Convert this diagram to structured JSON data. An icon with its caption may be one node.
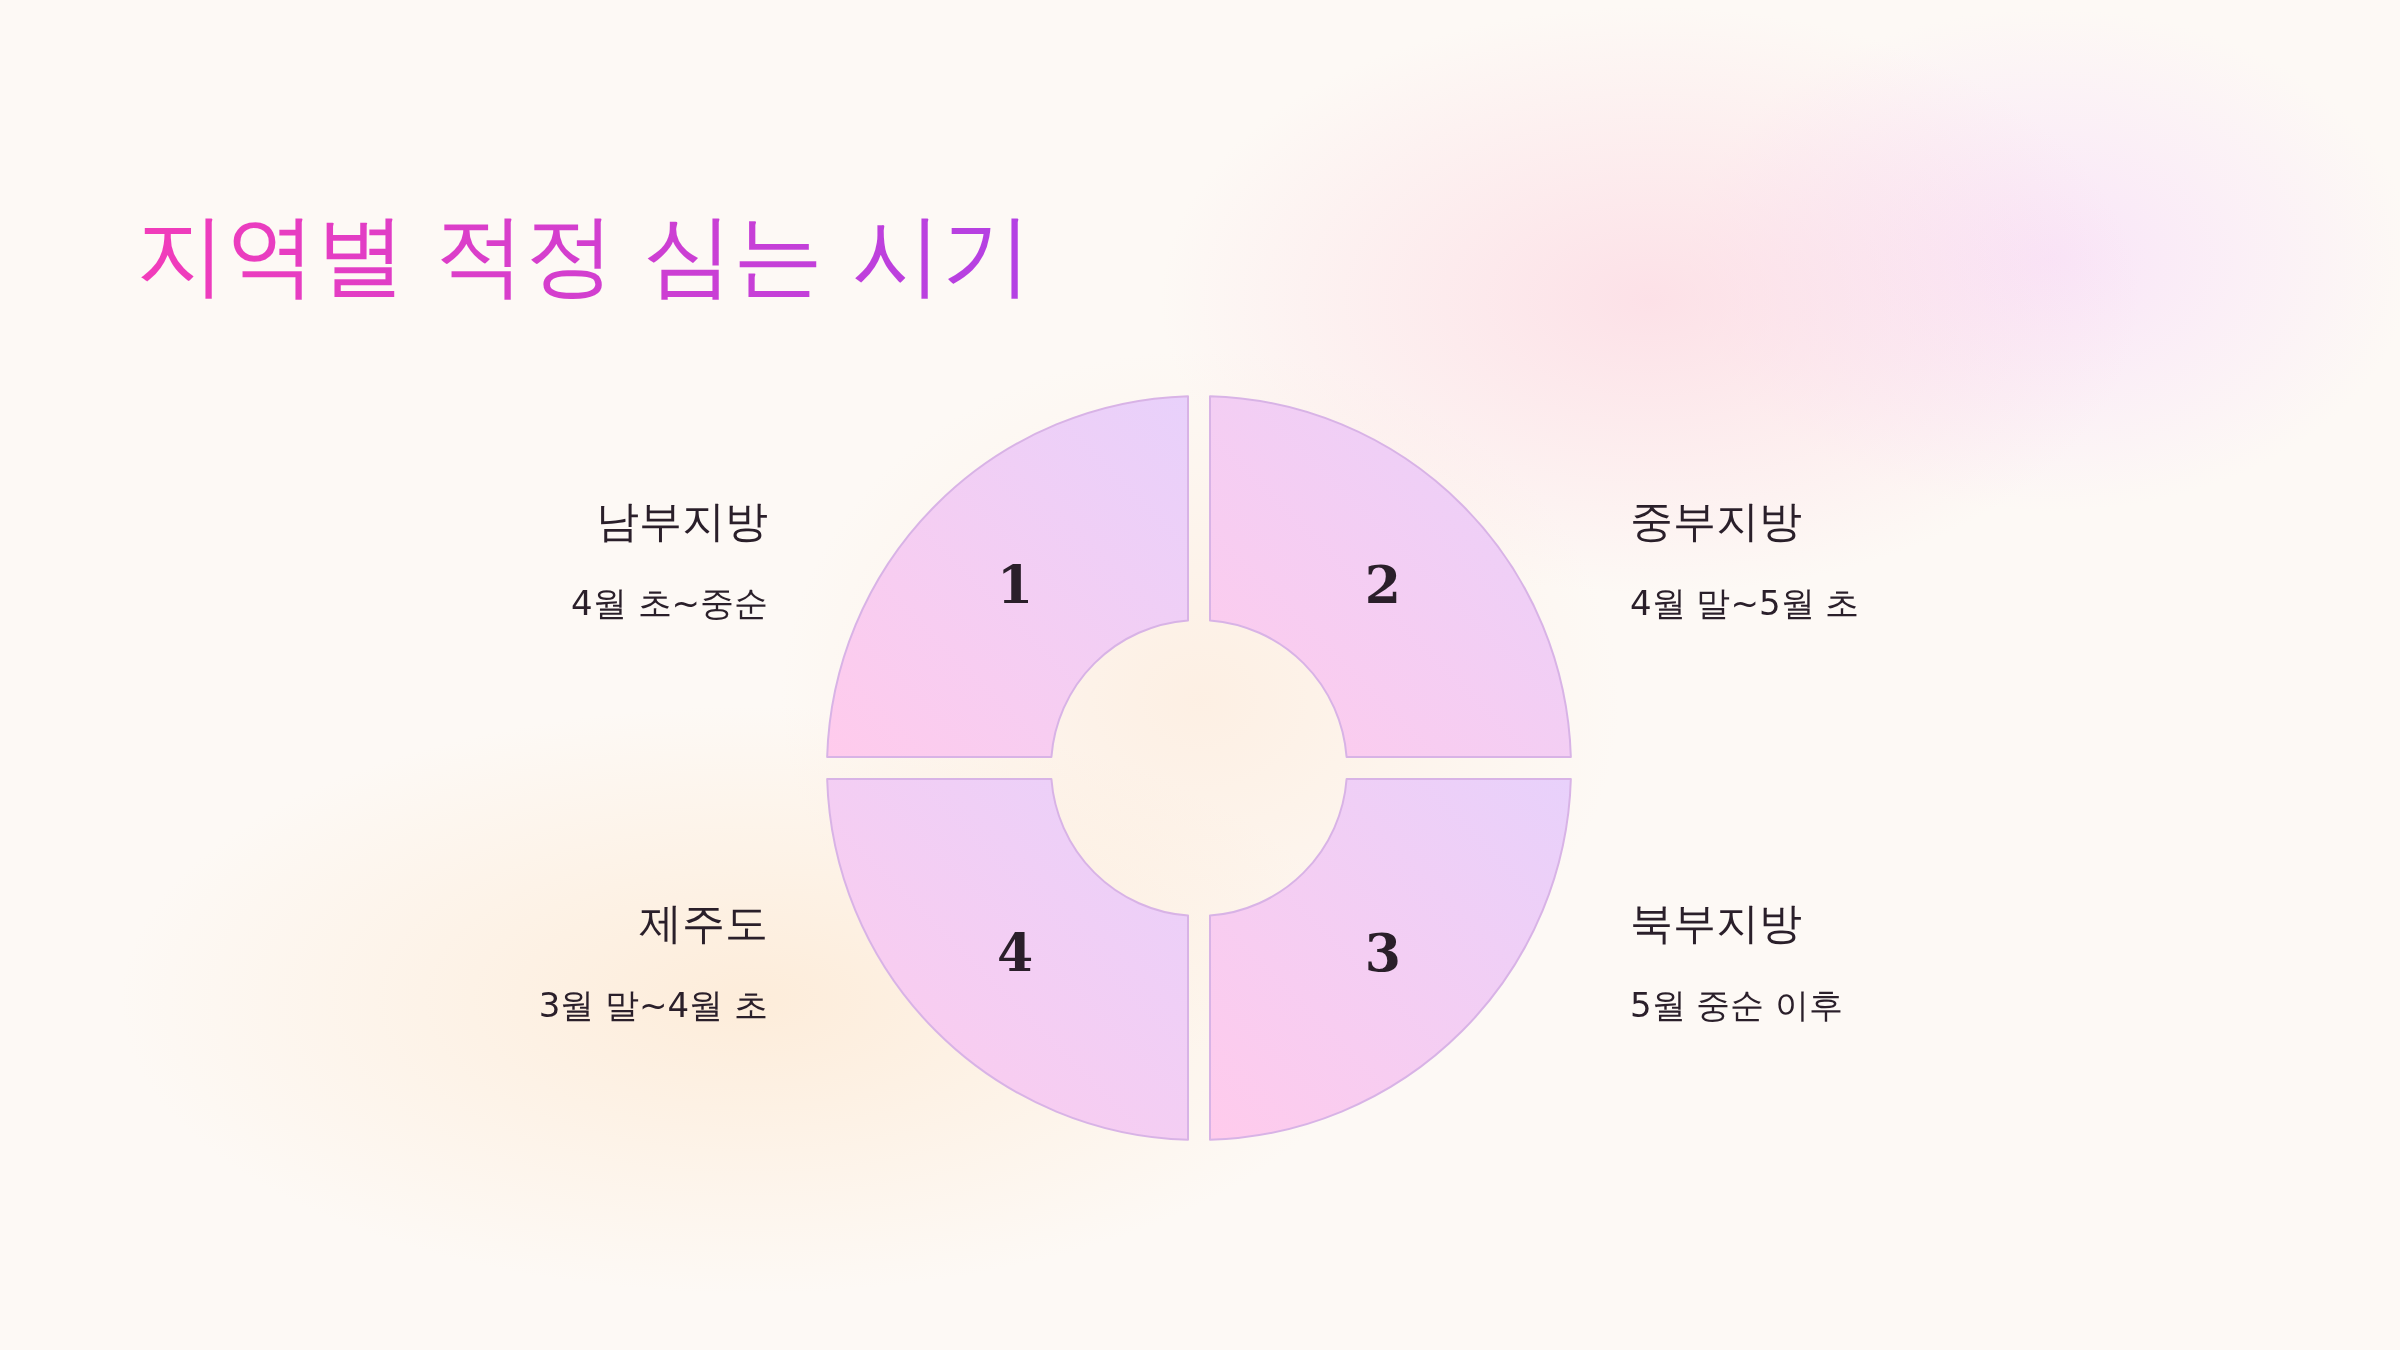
{
  "diagram": {
    "title": "지역별 적정 심는 시기",
    "nodes": [
      {
        "text": [
          "1"
        ],
        "beside": [
          "남부지방",
          "4월 초~중순"
        ]
      },
      {
        "text": [
          "2"
        ],
        "beside": [
          "중부지방",
          "4월 말~5월 초"
        ]
      },
      {
        "text": [
          "3"
        ],
        "beside": [
          "북부지방",
          "5월 중순 이후"
        ]
      },
      {
        "text": [
          "4"
        ],
        "beside": [
          "제주도",
          "3월 말~4월 초"
        ]
      }
    ]
  }
}
